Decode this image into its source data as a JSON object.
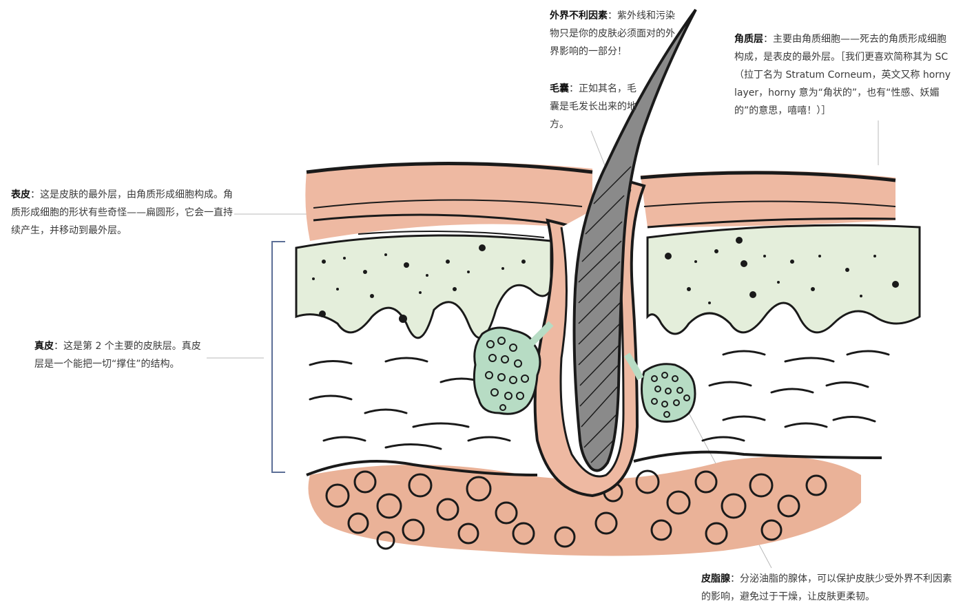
{
  "labels": {
    "epidermis": {
      "term": "表皮",
      "text": "：这是皮肤的最外层，由角质形成细胞构成。角质形成细胞的形状有些奇怪——扁圆形，它会一直持续产生，并移动到最外层。"
    },
    "dermis": {
      "term": "真皮",
      "text": "：这是第 2 个主要的皮肤层。真皮层是一个能把一切“撑住”的结构。"
    },
    "external_factors": {
      "term": "外界不利因素",
      "text": "：紫外线和污染物只是你的皮肤必须面对的外界影响的一部分！"
    },
    "hair_follicle": {
      "term": "毛囊",
      "text": "：正如其名，毛囊是毛发长出来的地方。"
    },
    "stratum_corneum": {
      "term": "角质层",
      "text": "：主要由角质细胞——死去的角质形成细胞构成，是表皮的最外层。［我们更喜欢简称其为 SC（拉丁名为 Stratum Corneum，英文又称 horny layer，horny 意为“角状的”，也有“性感、妖媚的”的意思，嘻嘻！）］"
    },
    "sebaceous_gland": {
      "term": "皮脂腺",
      "text": "：分泌油脂的腺体，可以保护皮肤少受外界不利因素的影响，避免过于干燥，让皮肤更柔韧。"
    }
  },
  "colors": {
    "epidermis": "#eeb9a2",
    "dermis_upper": "#e4eedb",
    "gland": "#b7dcc4",
    "hair": "#8a8a8a",
    "fat": "#eab298",
    "bracket": "#5b6e96",
    "outline": "#1a1a1a"
  }
}
